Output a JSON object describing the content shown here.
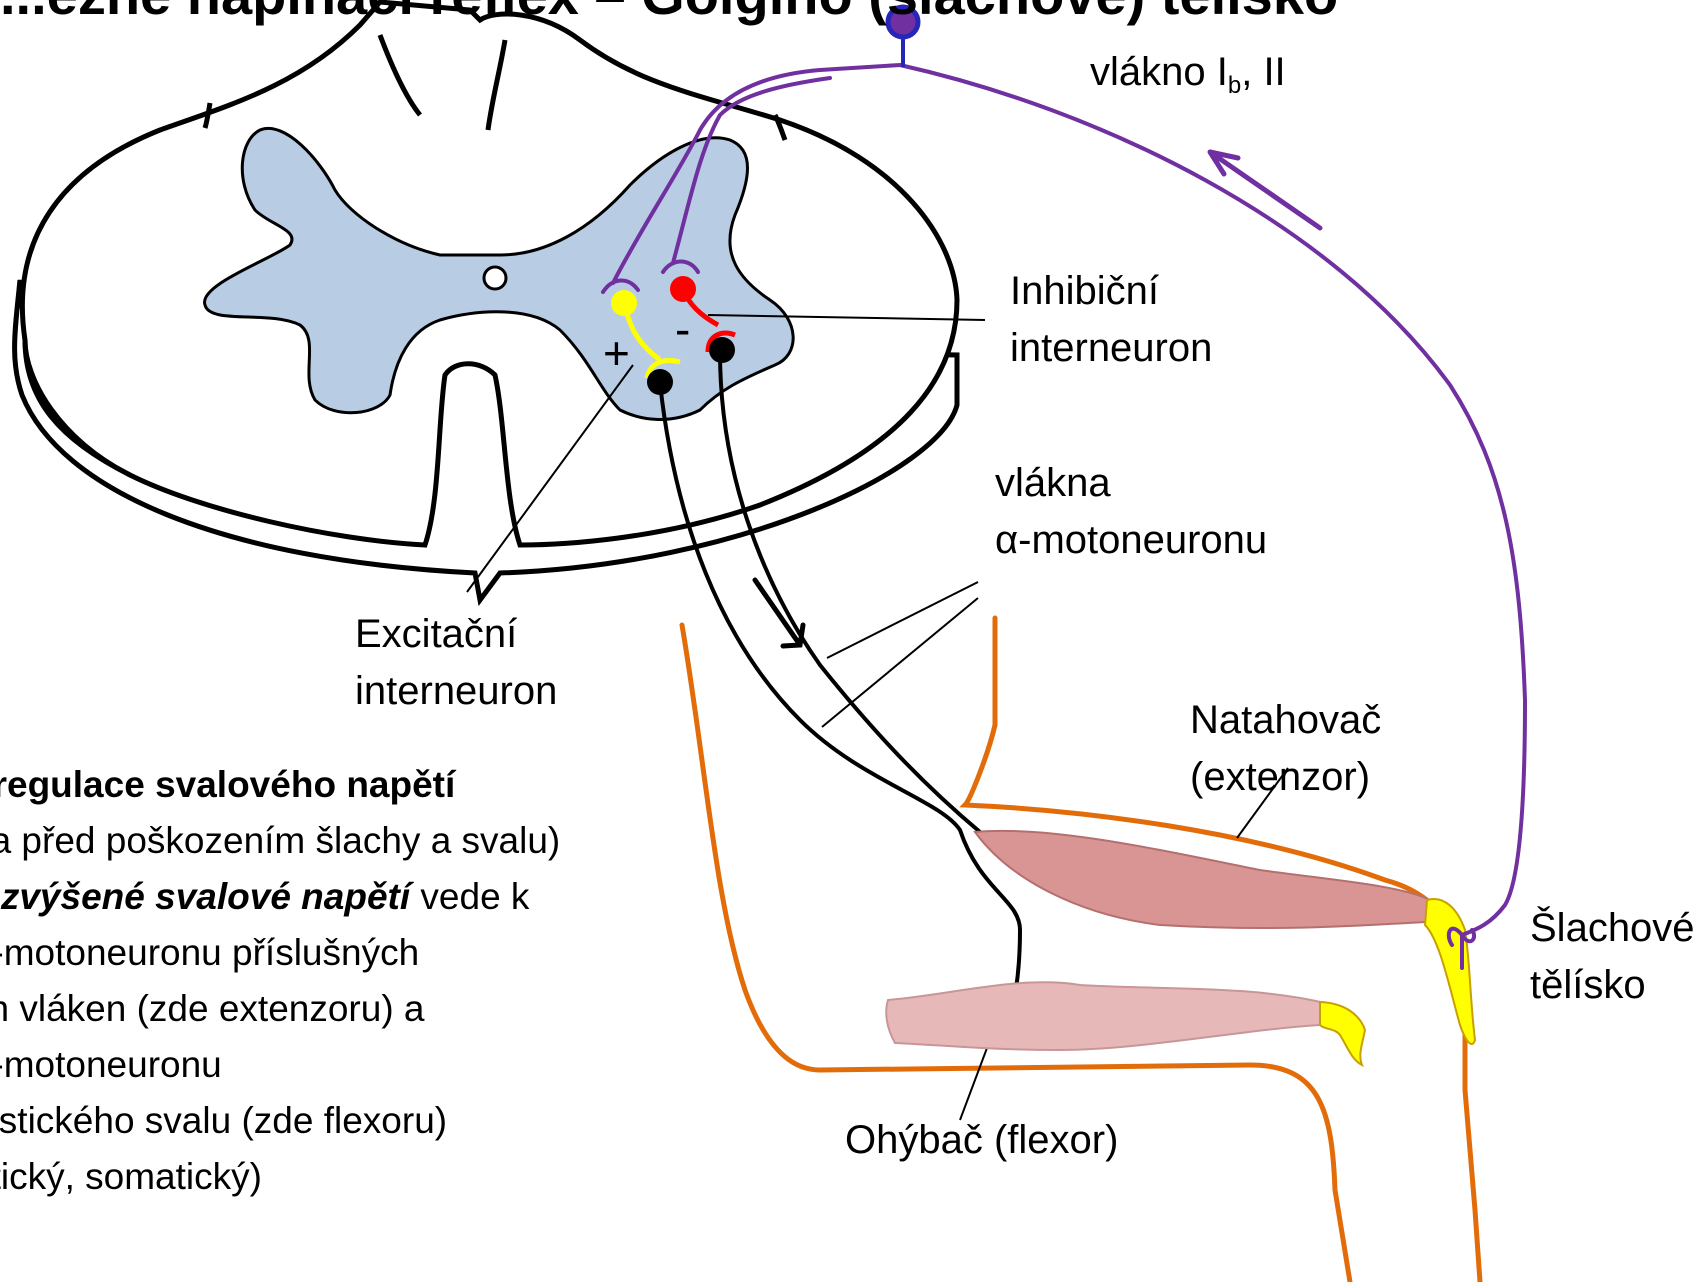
{
  "title": "...ezné napínací reflex – Golgiho (šlachové) tělísko",
  "labels": {
    "ib_fiber": {
      "text": "vlákno I",
      "sub": "b",
      "tail": ", II"
    },
    "inhibitory": [
      "Inhibiční",
      "interneuron"
    ],
    "motoneuron_fibers": [
      "vlákna",
      "α-motoneuronu"
    ],
    "excitatory": [
      "Excitační",
      "interneuron"
    ],
    "extensor": [
      "Natahovač",
      "(extenzor)"
    ],
    "tendon_organ": [
      "Šlachové",
      "tělísko"
    ],
    "flexor": "Ohýbač (flexor)",
    "plus": "+",
    "minus": "-"
  },
  "description": {
    "line1": ": regulace svalového napětí",
    "line2": "na před poškozením šlachy a svalu)",
    "line3_em": "ě zvýšené svalové napětí",
    "line3_rest": " vede k",
    "line4": " α-motoneuronu příslušných",
    "line5": "ch vláken (zde extenzoru) a",
    "line6": "  α-motoneuronu",
    "line7": "nistického svalu (zde flexoru)",
    "line8": "ptický, somatický)"
  },
  "colors": {
    "gray_matter": "#b8cce4",
    "afferent": "#7030a0",
    "ganglion": "#2626b8",
    "excitatory": "#ffff00",
    "inhibitory": "#ff0000",
    "motoneuron": "#000000",
    "limb_outline": "#e36c0a",
    "extensor_muscle": "#d99594",
    "flexor_muscle": "#e6b9b8",
    "tendon": "#ffff00"
  }
}
